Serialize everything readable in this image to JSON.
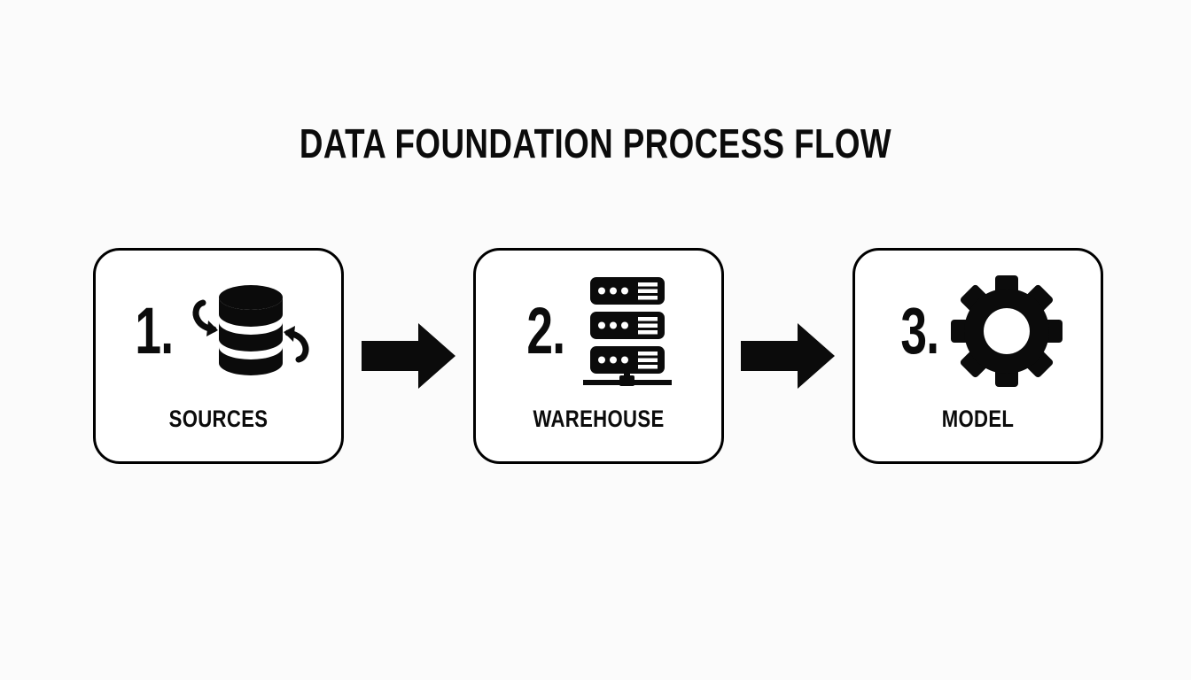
{
  "page": {
    "title": "DATA FOUNDATION PROCESS FLOW",
    "background_color": "#fbfbfb",
    "ink_color": "#0b0b0b",
    "card_fill": "#ffffff"
  },
  "flow": {
    "steps": [
      {
        "number": "1.",
        "label": "SOURCES",
        "icon": "database-icon"
      },
      {
        "number": "2.",
        "label": "WAREHOUSE",
        "icon": "server-rack-icon"
      },
      {
        "number": "3.",
        "label": "MODEL",
        "icon": "gear-icon"
      }
    ],
    "connectors": [
      {
        "icon": "arrow-right-icon"
      },
      {
        "icon": "arrow-right-icon"
      }
    ]
  }
}
